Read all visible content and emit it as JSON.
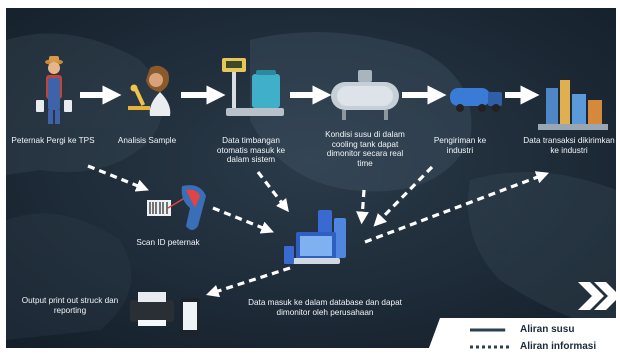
{
  "colors": {
    "background": "#1c2a37",
    "arrow": "#ffffff",
    "text": "#f2f5f8",
    "legend_text": "#1b2a3a"
  },
  "labels": {
    "farmer": "Peternak Pergi ke TPS",
    "analysis": "Analisis Sample",
    "scale": "Data timbangan otomatis masuk ke dalam sistem",
    "cooling": "Kondisi susu di dalam cooling tank dapat dimonitor secara real time",
    "delivery": "Pengiriman ke industri",
    "transaction": "Data transaksi dikirimkan ke industri",
    "scan": "Scan ID peternak",
    "database": "Data masuk ke dalam database dan dapat dimonitor oleh perusahaan",
    "output": "Output print out struck dan reporting"
  },
  "legend": {
    "solid": "Aliran susu",
    "dotted": "Aliran informasi"
  },
  "icons": [
    "farmer-icon",
    "microscope-icon",
    "scale-icon",
    "cooling-tank-icon",
    "tanker-truck-icon",
    "factory-icon",
    "barcode-scanner-icon",
    "server-icon",
    "printer-icon",
    "phone-icon",
    "double-chevron-icon"
  ]
}
